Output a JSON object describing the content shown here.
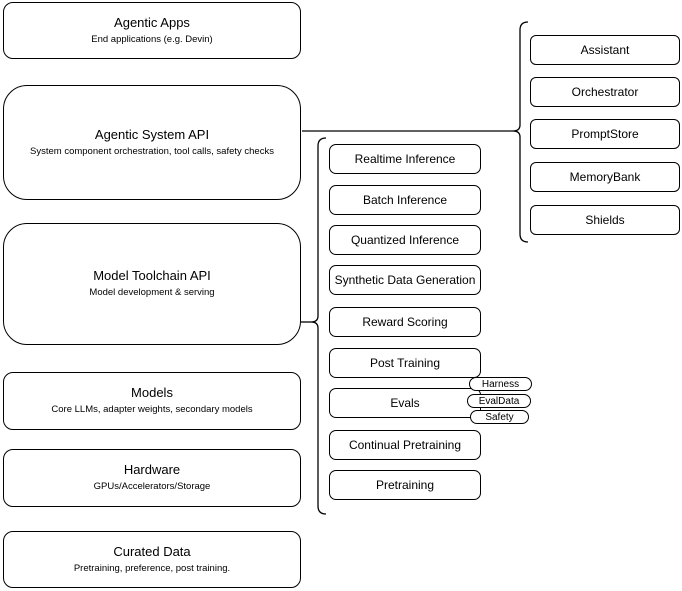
{
  "colors": {
    "background": "#ffffff",
    "stroke": "#000000",
    "fill": "#ffffff",
    "text": "#000000"
  },
  "left_column": {
    "items": [
      {
        "title": "Agentic Apps",
        "subtitle": "End applications (e.g. Devin)"
      },
      {
        "title": "Agentic System API",
        "subtitle": "System component orchestration, tool calls, safety checks"
      },
      {
        "title": "Model Toolchain API",
        "subtitle": "Model development & serving"
      },
      {
        "title": "Models",
        "subtitle": "Core LLMs, adapter weights, secondary models"
      },
      {
        "title": "Hardware",
        "subtitle": "GPUs/Accelerators/Storage"
      },
      {
        "title": "Curated Data",
        "subtitle": "Pretraining, preference, post training."
      }
    ]
  },
  "middle_column": {
    "items": [
      "Realtime Inference",
      "Batch Inference",
      "Quantized Inference",
      "Synthetic Data Generation",
      "Reward Scoring",
      "Post Training",
      "Evals",
      "Continual Pretraining",
      "Pretraining"
    ]
  },
  "eval_tags": {
    "items": [
      "Harness",
      "EvalData",
      "Safety"
    ]
  },
  "right_column": {
    "items": [
      "Assistant",
      "Orchestrator",
      "PromptStore",
      "MemoryBank",
      "Shields"
    ]
  }
}
